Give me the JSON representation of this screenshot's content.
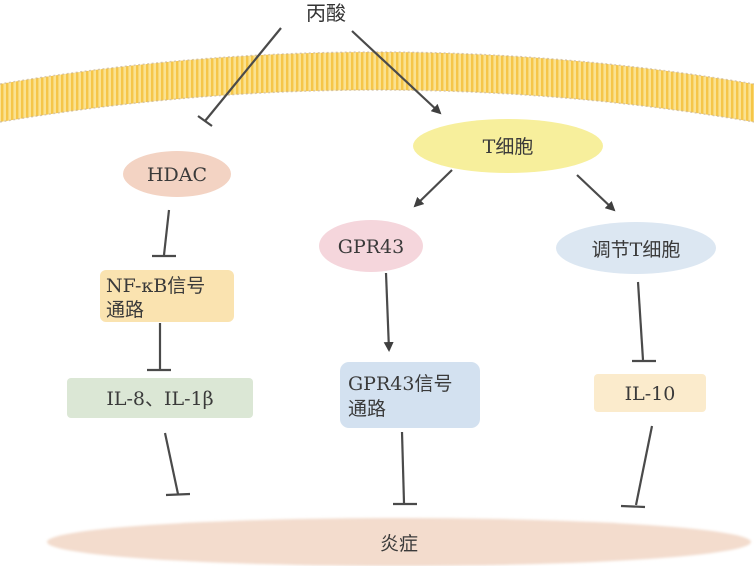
{
  "title": "丙酸",
  "colors": {
    "membrane": "#f7c947",
    "membrane_light": "#fbe08a",
    "hdac": "#f3d3c3",
    "t_cell": "#f7ef9c",
    "gpr43": "#f5d6dc",
    "treg": "#dce7f2",
    "nfkb": "#fae3b0",
    "il8": "#dbe7d5",
    "gpr43_path": "#d3e1f0",
    "il10": "#fbebcc",
    "inflammation": "#f3dccd",
    "line": "#4a4a4a"
  },
  "nodes": {
    "hdac": "HDAC",
    "t_cell": "T细胞",
    "gpr43": "GPR43",
    "treg": "调节T细胞",
    "nfkb_line1": "NF-κB信号",
    "nfkb_line2": "通路",
    "il8": "IL-8、IL-1β",
    "gpr43_path_line1": "GPR43信号",
    "gpr43_path_line2": "通路",
    "il10": "IL-10",
    "inflammation": "炎症"
  },
  "edges": [
    {
      "from": "propionate",
      "to": "hdac",
      "type": "inhibit"
    },
    {
      "from": "propionate",
      "to": "t_cell",
      "type": "activate"
    },
    {
      "from": "hdac",
      "to": "nfkb",
      "type": "inhibit"
    },
    {
      "from": "nfkb",
      "to": "il8",
      "type": "inhibit"
    },
    {
      "from": "il8",
      "to": "inflammation",
      "type": "inhibit"
    },
    {
      "from": "t_cell",
      "to": "gpr43",
      "type": "activate"
    },
    {
      "from": "t_cell",
      "to": "treg",
      "type": "activate"
    },
    {
      "from": "gpr43",
      "to": "gpr43_path",
      "type": "activate"
    },
    {
      "from": "gpr43_path",
      "to": "inflammation",
      "type": "inhibit"
    },
    {
      "from": "treg",
      "to": "il10",
      "type": "inhibit"
    },
    {
      "from": "il10",
      "to": "inflammation",
      "type": "inhibit"
    }
  ]
}
